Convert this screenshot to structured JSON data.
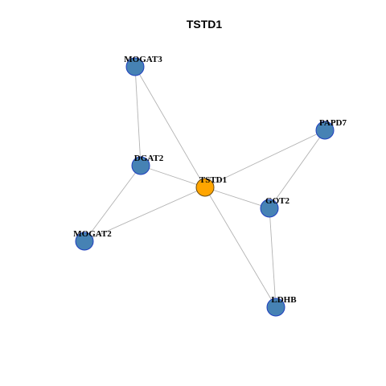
{
  "graph": {
    "title": "TSTD1",
    "center": "TSTD1",
    "nodes": [
      {
        "id": "TSTD1",
        "label": "TSTD1",
        "role": "center"
      },
      {
        "id": "MOGAT3",
        "label": "MOGAT3",
        "role": "neighbor"
      },
      {
        "id": "PAPD7",
        "label": "PAPD7",
        "role": "neighbor"
      },
      {
        "id": "DGAT2",
        "label": "DGAT2",
        "role": "neighbor"
      },
      {
        "id": "GOT2",
        "label": "GOT2",
        "role": "neighbor"
      },
      {
        "id": "MOGAT2",
        "label": "MOGAT2",
        "role": "neighbor"
      },
      {
        "id": "LDHB",
        "label": "LDHB",
        "role": "neighbor"
      }
    ],
    "edges": [
      [
        "MOGAT3",
        "DGAT2"
      ],
      [
        "MOGAT3",
        "TSTD1"
      ],
      [
        "DGAT2",
        "TSTD1"
      ],
      [
        "DGAT2",
        "MOGAT2"
      ],
      [
        "MOGAT2",
        "TSTD1"
      ],
      [
        "TSTD1",
        "GOT2"
      ],
      [
        "TSTD1",
        "LDHB"
      ],
      [
        "PAPD7",
        "TSTD1"
      ],
      [
        "PAPD7",
        "GOT2"
      ],
      [
        "GOT2",
        "LDHB"
      ]
    ]
  },
  "colors": {
    "center_node": "#ffa500",
    "neighbor_node": "#4682b4",
    "edge": "#b3b3b3"
  }
}
